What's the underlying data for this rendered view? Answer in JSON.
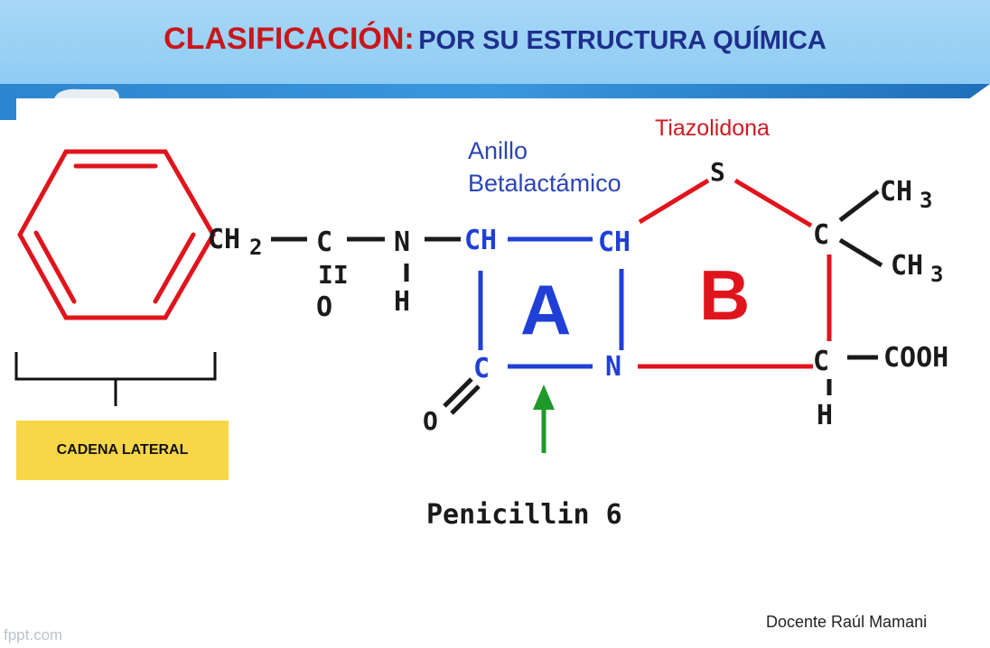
{
  "header": {
    "title_main": "CLASIFICACIÓN:",
    "title_sub": "POR SU ESTRUCTURA QUÍMICA"
  },
  "labels": {
    "anillo_line1": "Anillo",
    "anillo_line2": "Betalactámico",
    "tiazolidona": "Tiazolidona",
    "ring_a": "A",
    "ring_b": "B",
    "caption": "Penicillin 6",
    "cadena": "CADENA LATERAL"
  },
  "atoms": {
    "ch2": "CH",
    "ch2_sub": "2",
    "c1": "C",
    "o1": "O",
    "double1": "II",
    "n1": "N",
    "h1": "H",
    "ch_a": "CH",
    "ch_b": "CH",
    "s": "S",
    "c_quat": "C",
    "ch3_top": "CH",
    "ch3_top_sub": "3",
    "ch3_bot": "CH",
    "ch3_bot_sub": "3",
    "c_cooh": "C",
    "cooh": "COOH",
    "h2": "H",
    "n2": "N",
    "c_lact": "C",
    "o2": "O"
  },
  "footer": {
    "docente": "Docente Raúl Mamani",
    "brand": "fppt.com"
  },
  "colors": {
    "title_red": "#c8171b",
    "title_blue": "#1e2f8c",
    "ring_red": "#e0141c",
    "ring_blue": "#1f3fd6",
    "arrow_green": "#1f9a2a",
    "cadena_yellow": "#f7d648",
    "label_blue": "#2b45b8",
    "label_red": "#d0191f",
    "atom_black": "#1a1a1a"
  }
}
